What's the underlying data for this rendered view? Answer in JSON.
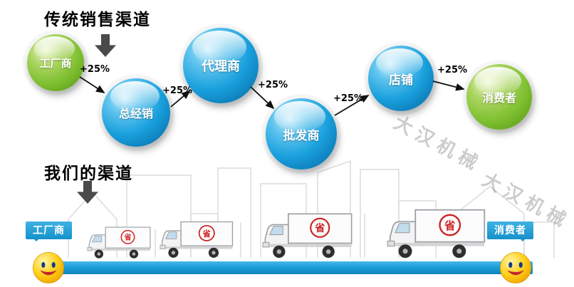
{
  "sections": {
    "traditional": {
      "title": "传统销售渠道"
    },
    "ours": {
      "title": "我们的渠道"
    }
  },
  "chain": {
    "increment_label": "+25%",
    "nodes": [
      {
        "label": "工厂商",
        "type": "green"
      },
      {
        "label": "总经销",
        "type": "blue"
      },
      {
        "label": "代理商",
        "type": "blue"
      },
      {
        "label": "批发商",
        "type": "blue"
      },
      {
        "label": "店铺",
        "type": "blue"
      },
      {
        "label": "消费者",
        "type": "green"
      }
    ]
  },
  "our_channel": {
    "factory_label": "工厂商",
    "consumer_label": "消费者",
    "truck_stamp": "省",
    "truck_count": 4
  },
  "watermark": {
    "text": "大汉机械"
  },
  "colors": {
    "blue_ball": "#19a0dd",
    "green_ball": "#7cbe2e",
    "bar_blue": "#1b9fd8",
    "stamp_red": "#cc2222",
    "block_arrow_gray": "#4a4a4a"
  }
}
